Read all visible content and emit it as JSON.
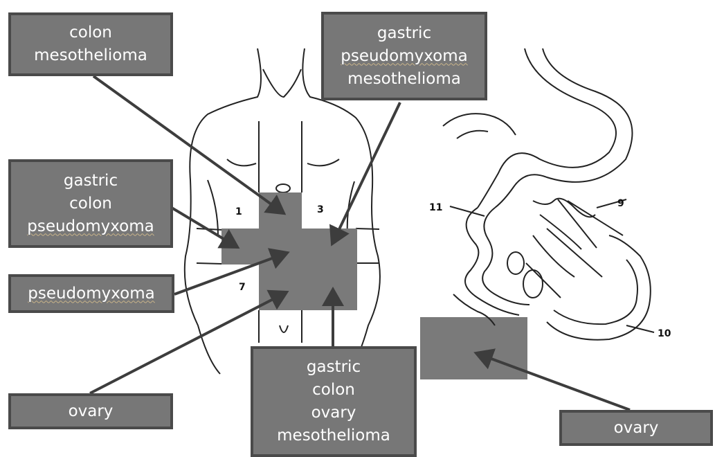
{
  "labels": {
    "top_left": [
      "colon",
      "mesothelioma"
    ],
    "top_right": [
      "gastric",
      "pseudomyxoma",
      "mesothelioma"
    ],
    "mid_left": [
      "gastric",
      "colon",
      "pseudomyxoma"
    ],
    "pseudo_left": [
      "pseudomyxoma"
    ],
    "ovary_left": [
      "ovary"
    ],
    "bottom_center": [
      "gastric",
      "colon",
      "ovary",
      "mesothelioma"
    ],
    "ovary_right": [
      "ovary"
    ]
  },
  "region_numbers": {
    "r1": "1",
    "r3": "3",
    "r7": "7",
    "r9": "9",
    "r10": "10",
    "r11": "11"
  },
  "colors": {
    "box_fill": "#777777",
    "box_border": "#4a4a4a",
    "text": "#ffffff",
    "arrow": "#3d3d3d",
    "region": "#7a7a7a",
    "outline": "#222222"
  }
}
